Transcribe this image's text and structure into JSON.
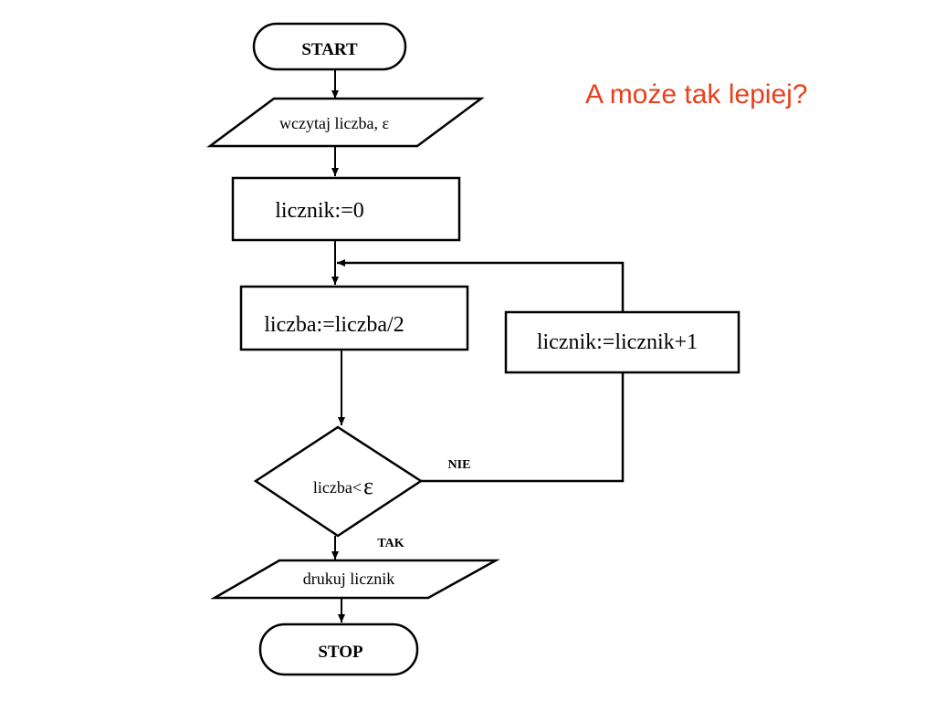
{
  "slide": {
    "heading": "A może tak lepiej?",
    "heading_color": "#e8401c"
  },
  "flowchart": {
    "start": "START",
    "input": "wczytaj liczba, ε",
    "init": "licznik:=0",
    "halve": "liczba:=liczba/2",
    "increment": "licznik:=licznik+1",
    "condition_text": "liczba<",
    "condition_symbol": "ε",
    "no_label": "NIE",
    "yes_label": "TAK",
    "output": "drukuj licznik",
    "stop": "STOP"
  }
}
